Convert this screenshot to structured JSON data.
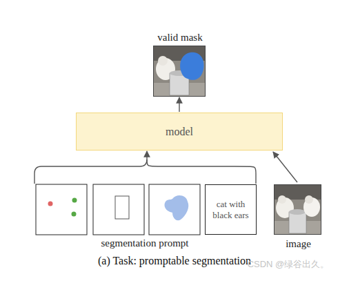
{
  "diagram": {
    "caption": "(a) Task: promptable segmentation",
    "nodes": [
      {
        "text": [
          "valid mask"
        ]
      },
      {
        "text": [
          "model"
        ]
      },
      {
        "text": [
          "cat with black ears"
        ]
      },
      {
        "text": [
          "image"
        ]
      }
    ],
    "edges": [
      {
        "from": 1,
        "to": 0,
        "arrow": "to"
      },
      {
        "from": 2,
        "to": 1,
        "arrow": "to"
      },
      {
        "from": 3,
        "to": 1,
        "arrow": "to"
      }
    ],
    "labels": [
      "segmentation prompt",
      "CSDN @绿谷出久。"
    ]
  }
}
